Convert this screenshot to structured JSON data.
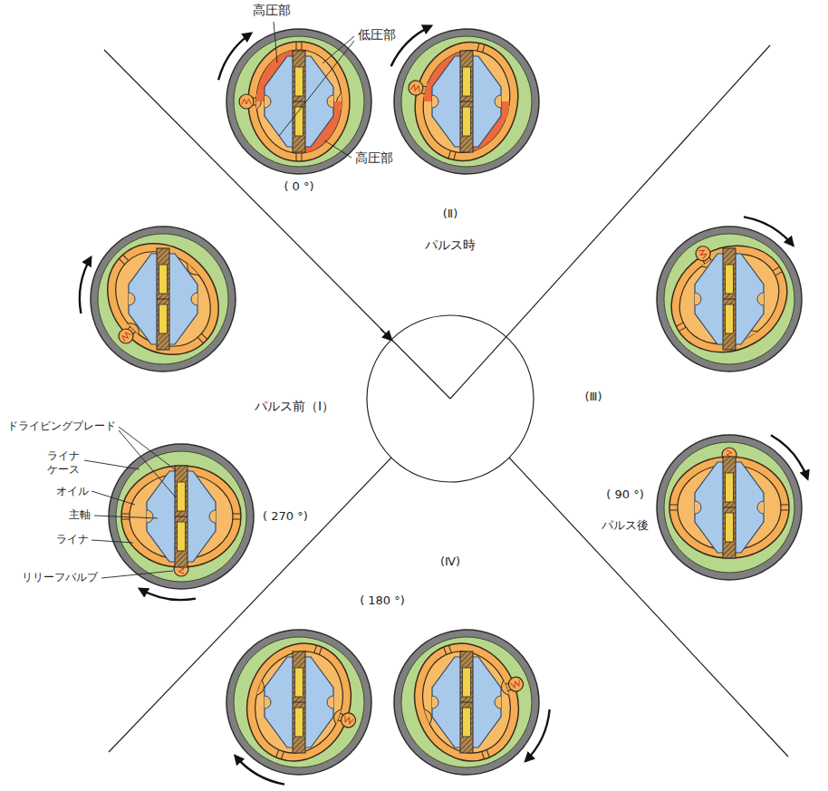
{
  "diagram": {
    "labels": [
      "高圧部",
      "低圧部",
      "高圧部",
      "( 0 °)",
      "(Ⅱ)",
      "パルス時",
      "パルス前（Ⅰ）",
      "(Ⅲ)",
      "ドライビングブレード",
      "ライナ ケース",
      "オイル",
      "主軸",
      "ライナ",
      "リリーフバルブ",
      "( 270 °)",
      "( 90 °)",
      "パルス後",
      "(Ⅳ)",
      "( 180 °)"
    ]
  }
}
